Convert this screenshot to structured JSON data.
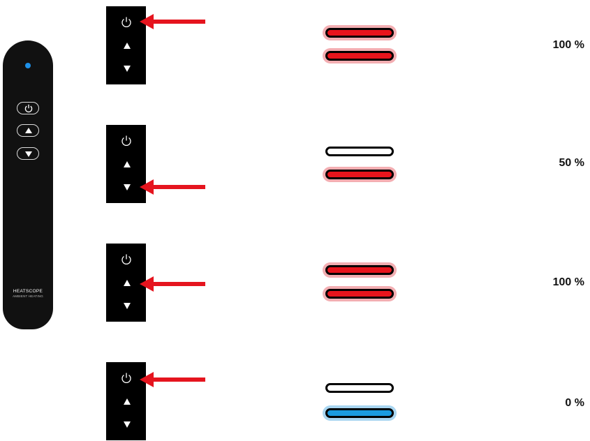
{
  "remote": {
    "brand": "HEATSCOPE",
    "subtitle": "AMBIENT HEATING",
    "led_color": "#1e90e8",
    "buttons": [
      "power-icon",
      "up-triangle-icon",
      "down-triangle-icon"
    ]
  },
  "colors": {
    "arrow": "#e5141e",
    "hot": "#e8141c",
    "hot_glow": "#f3aeb2",
    "cold": "#1a9be0",
    "cold_glow": "#a9d6f1"
  },
  "rows": [
    {
      "pressed": "power",
      "bars": [
        "hot",
        "hot"
      ],
      "level": "100 %"
    },
    {
      "pressed": "down",
      "bars": [
        "off",
        "hot"
      ],
      "level": "50 %"
    },
    {
      "pressed": "up",
      "bars": [
        "hot",
        "hot"
      ],
      "level": "100 %"
    },
    {
      "pressed": "power",
      "bars": [
        "off",
        "cold"
      ],
      "level": "0 %"
    }
  ]
}
